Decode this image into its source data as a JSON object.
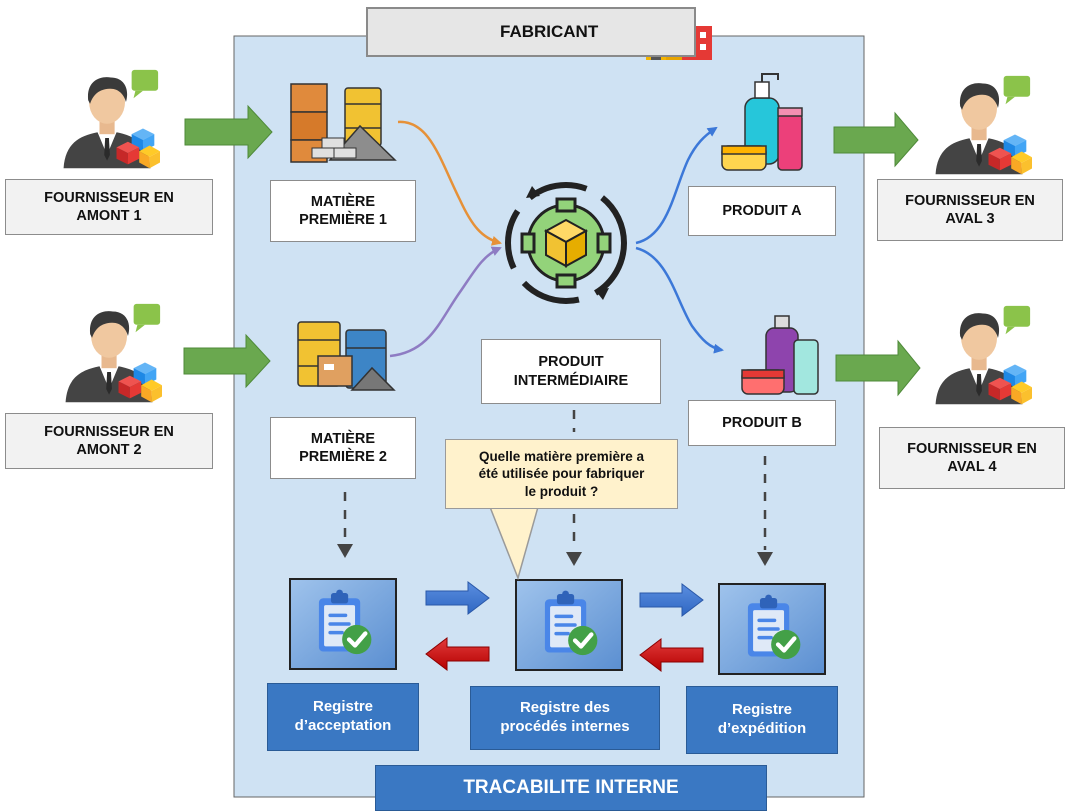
{
  "header": {
    "title": "FABRICANT"
  },
  "footer": {
    "title": "TRACABILITE INTERNE"
  },
  "suppliers_upstream": [
    {
      "label": "FOURNISSEUR EN\nAMONT 1"
    },
    {
      "label": "FOURNISSEUR EN\nAMONT 2"
    }
  ],
  "suppliers_downstream": [
    {
      "label": "FOURNISSEUR EN\nAVAL 3"
    },
    {
      "label": "FOURNISSEUR EN\nAVAL 4"
    }
  ],
  "raw_materials": [
    {
      "label": "MATIÈRE\nPREMIÈRE 1"
    },
    {
      "label": "MATIÈRE\nPREMIÈRE 2"
    }
  ],
  "intermediate": {
    "label": "PRODUIT\nINTERMÉDIAIRE"
  },
  "products": [
    {
      "label": "PRODUIT A"
    },
    {
      "label": "PRODUIT B"
    }
  ],
  "question": {
    "text": "Quelle matière première a\nété utilisée pour fabriquer\nle produit ?"
  },
  "registers": [
    {
      "label": "Registre\nd’acceptation"
    },
    {
      "label": "Registre des\nprocédés internes"
    },
    {
      "label": "Registre\nd’expédition"
    }
  ],
  "colors": {
    "frame_bg": "#cfe2f3",
    "green_arrow": "#6aa84f",
    "blue_arrow": "#3c78d8",
    "red_arrow": "#cc0000",
    "label_blue": "#3a78c3",
    "orange_flow": "#e69138",
    "purple_flow": "#8e7cc3"
  },
  "icons": {
    "supplier": "businessman-with-cubes-icon",
    "factory": "factory-icon",
    "process": "gear-process-icon",
    "register": "clipboard-check-icon"
  }
}
